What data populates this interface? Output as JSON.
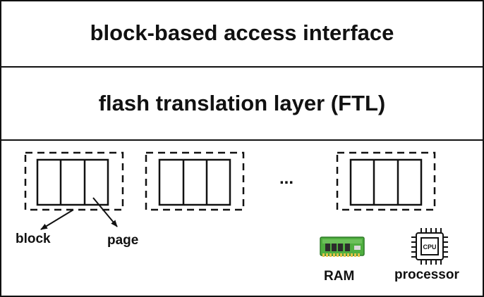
{
  "layers": {
    "top_label": "block-based access interface",
    "middle_label": "flash translation layer (FTL)"
  },
  "flash": {
    "ellipsis": "...",
    "block_label": "block",
    "page_label": "page"
  },
  "hardware": {
    "ram_label": "RAM",
    "processor_label": "processor",
    "cpu_chip_text": "CPU"
  }
}
